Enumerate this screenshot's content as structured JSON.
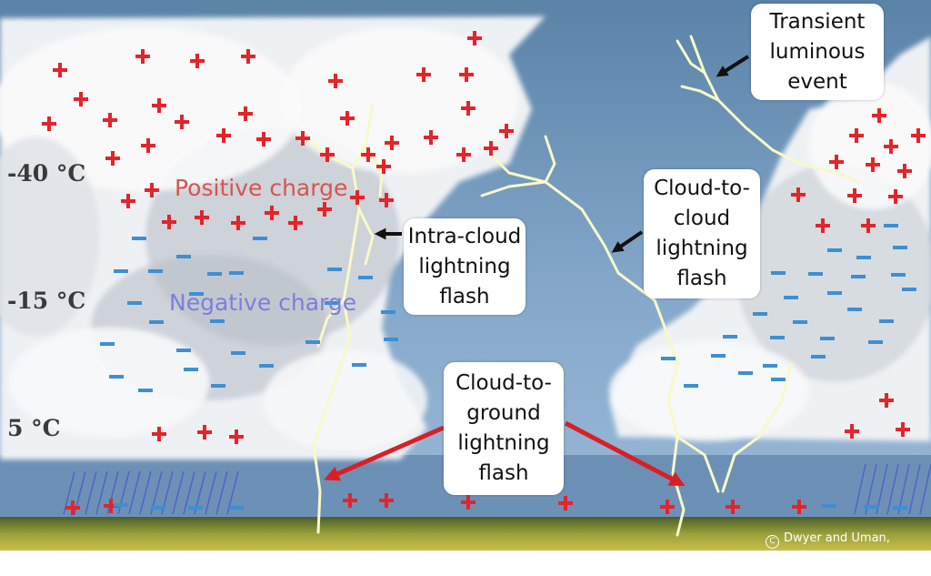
{
  "labels": {
    "positive_charge": "Positive charge",
    "negative_charge": "Negative charge",
    "temp_top": "-40 °C",
    "temp_mid": "-15 °C",
    "temp_low": "5 °C",
    "tle": "Transient\nluminous\nevent",
    "cloud_to_cloud": "Cloud-to-\ncloud\nlightning\nflash",
    "intra_cloud": "Intra-cloud\nlightning\nflash",
    "cloud_to_ground": "Cloud-to-\nground\nlightning\nflash",
    "credit": "Dwyer and Uman,"
  },
  "colors": {
    "sky_top": "#5a83a8",
    "sky_bottom": "#8fb3d6",
    "cloud": "#f4f6f8",
    "cloud_shadow": "#b7bec6",
    "positive": "#e3242b",
    "negative": "#3c8fd4",
    "positive_label": "#d9534f",
    "negative_label": "#7b7fdc",
    "lightning": "#fafbd2",
    "ground": "#b9b33a",
    "rain": "#4b5fc9",
    "red_arrow": "#d91f26"
  }
}
